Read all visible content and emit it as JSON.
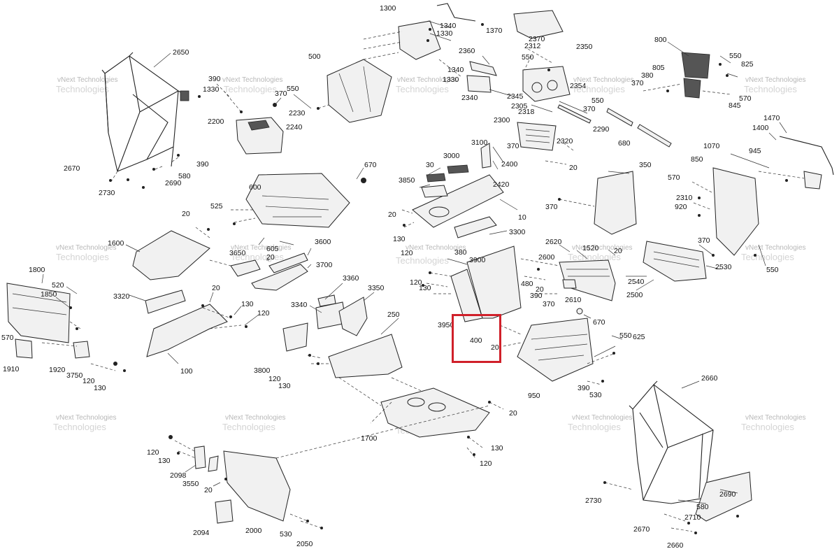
{
  "watermark": {
    "line1": "vNext Technologies",
    "line2": "Technologies"
  },
  "labels": [
    {
      "id": "l2650a",
      "text": "2650"
    },
    {
      "id": "l2670a",
      "text": "2670"
    },
    {
      "id": "l2730a",
      "text": "2730"
    },
    {
      "id": "l2690a",
      "text": "2690"
    },
    {
      "id": "l580a",
      "text": "580"
    },
    {
      "id": "l390a",
      "text": "390"
    },
    {
      "id": "l390b",
      "text": "390"
    },
    {
      "id": "l1330a",
      "text": "1330"
    },
    {
      "id": "l370a",
      "text": "370"
    },
    {
      "id": "l550a",
      "text": "550"
    },
    {
      "id": "l2230",
      "text": "2230"
    },
    {
      "id": "l2240",
      "text": "2240"
    },
    {
      "id": "l2200",
      "text": "2200"
    },
    {
      "id": "l500",
      "text": "500"
    },
    {
      "id": "l1300",
      "text": "1300"
    },
    {
      "id": "l1340a",
      "text": "1340"
    },
    {
      "id": "l1330b",
      "text": "1330"
    },
    {
      "id": "l1370",
      "text": "1370"
    },
    {
      "id": "l1340b",
      "text": "1340"
    },
    {
      "id": "l1330c",
      "text": "1330"
    },
    {
      "id": "l2360",
      "text": "2360"
    },
    {
      "id": "l2340",
      "text": "2340"
    },
    {
      "id": "l2350",
      "text": "2350"
    },
    {
      "id": "l2370",
      "text": "2370"
    },
    {
      "id": "l2312",
      "text": "2312"
    },
    {
      "id": "l550b",
      "text": "550"
    },
    {
      "id": "l2345",
      "text": "2345"
    },
    {
      "id": "l2305",
      "text": "2305"
    },
    {
      "id": "l2318",
      "text": "2318"
    },
    {
      "id": "l2354",
      "text": "2354"
    },
    {
      "id": "l550c",
      "text": "550"
    },
    {
      "id": "l370b",
      "text": "370"
    },
    {
      "id": "l2290",
      "text": "2290"
    },
    {
      "id": "l800",
      "text": "800"
    },
    {
      "id": "l550d",
      "text": "550"
    },
    {
      "id": "l825",
      "text": "825"
    },
    {
      "id": "l805",
      "text": "805"
    },
    {
      "id": "l380a",
      "text": "380"
    },
    {
      "id": "l370c",
      "text": "370"
    },
    {
      "id": "l570a",
      "text": "570"
    },
    {
      "id": "l845",
      "text": "845"
    },
    {
      "id": "l680",
      "text": "680"
    },
    {
      "id": "l1470",
      "text": "1470"
    },
    {
      "id": "l1400",
      "text": "1400"
    },
    {
      "id": "l1070",
      "text": "1070"
    },
    {
      "id": "l945",
      "text": "945"
    },
    {
      "id": "l850",
      "text": "850"
    },
    {
      "id": "l570b",
      "text": "570"
    },
    {
      "id": "l2310",
      "text": "2310"
    },
    {
      "id": "l920",
      "text": "920"
    },
    {
      "id": "l2300",
      "text": "2300"
    },
    {
      "id": "l370d",
      "text": "370"
    },
    {
      "id": "l2320",
      "text": "2320"
    },
    {
      "id": "l20a",
      "text": "20"
    },
    {
      "id": "l350",
      "text": "350"
    },
    {
      "id": "l370e",
      "text": "370"
    },
    {
      "id": "l3100",
      "text": "3100"
    },
    {
      "id": "l3000",
      "text": "3000"
    },
    {
      "id": "l2400",
      "text": "2400"
    },
    {
      "id": "l30",
      "text": "30"
    },
    {
      "id": "l3850",
      "text": "3850"
    },
    {
      "id": "l2420",
      "text": "2420"
    },
    {
      "id": "l10",
      "text": "10"
    },
    {
      "id": "l20b",
      "text": "20"
    },
    {
      "id": "l130a",
      "text": "130"
    },
    {
      "id": "l3300",
      "text": "3300"
    },
    {
      "id": "l670a",
      "text": "670"
    },
    {
      "id": "l600",
      "text": "600"
    },
    {
      "id": "l525",
      "text": "525"
    },
    {
      "id": "l20c",
      "text": "20"
    },
    {
      "id": "l1600",
      "text": "1600"
    },
    {
      "id": "l20d",
      "text": "20"
    },
    {
      "id": "l3650",
      "text": "3650"
    },
    {
      "id": "l605",
      "text": "605"
    },
    {
      "id": "l3600",
      "text": "3600"
    },
    {
      "id": "l3700",
      "text": "3700"
    },
    {
      "id": "l120a",
      "text": "120"
    },
    {
      "id": "l380b",
      "text": "380"
    },
    {
      "id": "l3900",
      "text": "3900"
    },
    {
      "id": "l120b",
      "text": "120"
    },
    {
      "id": "l130b",
      "text": "130"
    },
    {
      "id": "l2620",
      "text": "2620"
    },
    {
      "id": "l1520",
      "text": "1520"
    },
    {
      "id": "l20e",
      "text": "20"
    },
    {
      "id": "l2600",
      "text": "2600"
    },
    {
      "id": "l480",
      "text": "480"
    },
    {
      "id": "l20f",
      "text": "20"
    },
    {
      "id": "l390c",
      "text": "390"
    },
    {
      "id": "l2610",
      "text": "2610"
    },
    {
      "id": "l370f",
      "text": "370"
    },
    {
      "id": "l370g",
      "text": "370"
    },
    {
      "id": "l2530",
      "text": "2530"
    },
    {
      "id": "l550e",
      "text": "550"
    },
    {
      "id": "l2540",
      "text": "2540"
    },
    {
      "id": "l2500",
      "text": "2500"
    },
    {
      "id": "l1800",
      "text": "1800"
    },
    {
      "id": "l520",
      "text": "520"
    },
    {
      "id": "l1850",
      "text": "1850"
    },
    {
      "id": "l570c",
      "text": "570"
    },
    {
      "id": "l1910",
      "text": "1910"
    },
    {
      "id": "l1920",
      "text": "1920"
    },
    {
      "id": "l3750",
      "text": "3750"
    },
    {
      "id": "l120c",
      "text": "120"
    },
    {
      "id": "l130c",
      "text": "130"
    },
    {
      "id": "l3320",
      "text": "3320"
    },
    {
      "id": "l20g",
      "text": "20"
    },
    {
      "id": "l130d",
      "text": "130"
    },
    {
      "id": "l120d",
      "text": "120"
    },
    {
      "id": "l100",
      "text": "100"
    },
    {
      "id": "l3360",
      "text": "3360"
    },
    {
      "id": "l3350",
      "text": "3350"
    },
    {
      "id": "l3340",
      "text": "3340"
    },
    {
      "id": "l250",
      "text": "250"
    },
    {
      "id": "l3800",
      "text": "3800"
    },
    {
      "id": "l120e",
      "text": "120"
    },
    {
      "id": "l130e",
      "text": "130"
    },
    {
      "id": "l3950",
      "text": "3950"
    },
    {
      "id": "l400",
      "text": "400"
    },
    {
      "id": "l20h",
      "text": "20"
    },
    {
      "id": "l670b",
      "text": "670"
    },
    {
      "id": "l550f",
      "text": "550"
    },
    {
      "id": "l625",
      "text": "625"
    },
    {
      "id": "l950",
      "text": "950"
    },
    {
      "id": "l390d",
      "text": "390"
    },
    {
      "id": "l530a",
      "text": "530"
    },
    {
      "id": "l20i",
      "text": "20"
    },
    {
      "id": "l1700",
      "text": "1700"
    },
    {
      "id": "l130f",
      "text": "130"
    },
    {
      "id": "l120f",
      "text": "120"
    },
    {
      "id": "l120g",
      "text": "120"
    },
    {
      "id": "l130g",
      "text": "130"
    },
    {
      "id": "l2098",
      "text": "2098"
    },
    {
      "id": "l3550",
      "text": "3550"
    },
    {
      "id": "l20j",
      "text": "20"
    },
    {
      "id": "l2094",
      "text": "2094"
    },
    {
      "id": "l2000",
      "text": "2000"
    },
    {
      "id": "l530b",
      "text": "530"
    },
    {
      "id": "l2050",
      "text": "2050"
    },
    {
      "id": "l2660a",
      "text": "2660"
    },
    {
      "id": "l2730b",
      "text": "2730"
    },
    {
      "id": "l2690b",
      "text": "2690"
    },
    {
      "id": "l580b",
      "text": "580"
    },
    {
      "id": "l2710",
      "text": "2710"
    },
    {
      "id": "l2670b",
      "text": "2670"
    },
    {
      "id": "l2660b",
      "text": "2660"
    }
  ],
  "highlight": {
    "label": "400",
    "color": "#d0202a"
  }
}
